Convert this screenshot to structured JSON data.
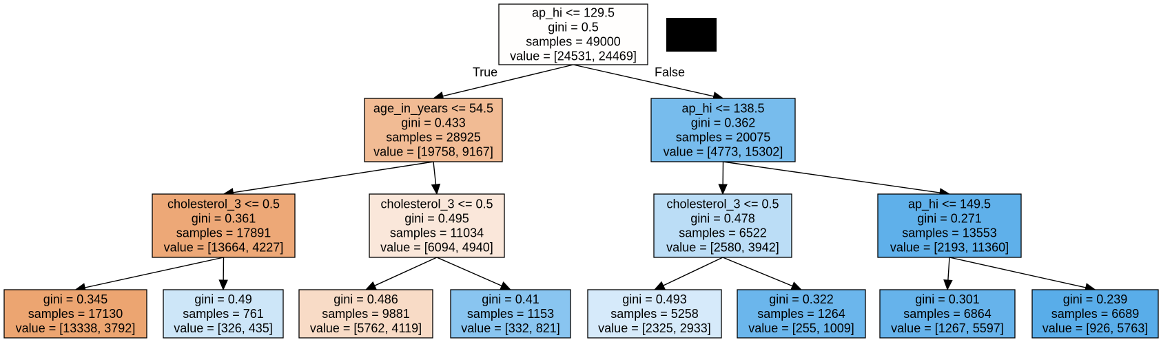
{
  "nodes": [
    {
      "id": "n0",
      "lines": [
        "ap_hi <= 129.5",
        "gini = 0.5",
        "samples = 49000",
        "value = [24531, 24469]"
      ],
      "fill": "#fffefd"
    },
    {
      "id": "n1",
      "lines": [
        "age_in_years <= 54.5",
        "gini = 0.433",
        "samples = 28925",
        "value = [19758, 9167]"
      ],
      "fill": "#f1bb94"
    },
    {
      "id": "n2",
      "lines": [
        "ap_hi <= 138.5",
        "gini = 0.362",
        "samples = 20075",
        "value = [4773, 15302]"
      ],
      "fill": "#77bced"
    },
    {
      "id": "n3",
      "lines": [
        "cholesterol_3 <= 0.5",
        "gini = 0.361",
        "samples = 17891",
        "value = [13664, 4227]"
      ],
      "fill": "#eda877"
    },
    {
      "id": "n4",
      "lines": [
        "cholesterol_3 <= 0.5",
        "gini = 0.495",
        "samples = 11034",
        "value = [6094, 4940]"
      ],
      "fill": "#fae7da"
    },
    {
      "id": "n5",
      "lines": [
        "cholesterol_3 <= 0.5",
        "gini = 0.478",
        "samples = 6522",
        "value = [2580, 3942]"
      ],
      "fill": "#bbddf6"
    },
    {
      "id": "n6",
      "lines": [
        "ap_hi <= 149.5",
        "gini = 0.271",
        "samples = 13553",
        "value = [2193, 11360]"
      ],
      "fill": "#5fb0ea"
    },
    {
      "id": "n7",
      "lines": [
        "gini = 0.345",
        "samples = 17130",
        "value = [13338, 3792]"
      ],
      "fill": "#eca571"
    },
    {
      "id": "n8",
      "lines": [
        "gini = 0.49",
        "samples = 761",
        "value = [326, 435]"
      ],
      "fill": "#cde6f8"
    },
    {
      "id": "n9",
      "lines": [
        "gini = 0.486",
        "samples = 9881",
        "value = [5762, 4119]"
      ],
      "fill": "#f8dbc6"
    },
    {
      "id": "n10",
      "lines": [
        "gini = 0.41",
        "samples = 1153",
        "value = [332, 821]"
      ],
      "fill": "#89c5f0"
    },
    {
      "id": "n11",
      "lines": [
        "gini = 0.493",
        "samples = 5258",
        "value = [2325, 2933]"
      ],
      "fill": "#d6eafa"
    },
    {
      "id": "n12",
      "lines": [
        "gini = 0.322",
        "samples = 1264",
        "value = [255, 1009]"
      ],
      "fill": "#6bb6ec"
    },
    {
      "id": "n13",
      "lines": [
        "gini = 0.301",
        "samples = 6864",
        "value = [1267, 5597]"
      ],
      "fill": "#66b3eb"
    },
    {
      "id": "n14",
      "lines": [
        "gini = 0.239",
        "samples = 6689",
        "value = [926, 5763]"
      ],
      "fill": "#59ade9"
    }
  ],
  "edges": [
    {
      "from": "n0",
      "to": "n1",
      "label": "True"
    },
    {
      "from": "n0",
      "to": "n2",
      "label": "False"
    },
    {
      "from": "n1",
      "to": "n3",
      "label": ""
    },
    {
      "from": "n1",
      "to": "n4",
      "label": ""
    },
    {
      "from": "n2",
      "to": "n5",
      "label": ""
    },
    {
      "from": "n2",
      "to": "n6",
      "label": ""
    },
    {
      "from": "n3",
      "to": "n7",
      "label": ""
    },
    {
      "from": "n3",
      "to": "n8",
      "label": ""
    },
    {
      "from": "n4",
      "to": "n9",
      "label": ""
    },
    {
      "from": "n4",
      "to": "n10",
      "label": ""
    },
    {
      "from": "n5",
      "to": "n11",
      "label": ""
    },
    {
      "from": "n5",
      "to": "n12",
      "label": ""
    },
    {
      "from": "n6",
      "to": "n13",
      "label": ""
    },
    {
      "from": "n6",
      "to": "n14",
      "label": ""
    }
  ],
  "colors": {
    "stroke": "#000000",
    "background": "#ffffff",
    "redaction_box": "#000000"
  }
}
